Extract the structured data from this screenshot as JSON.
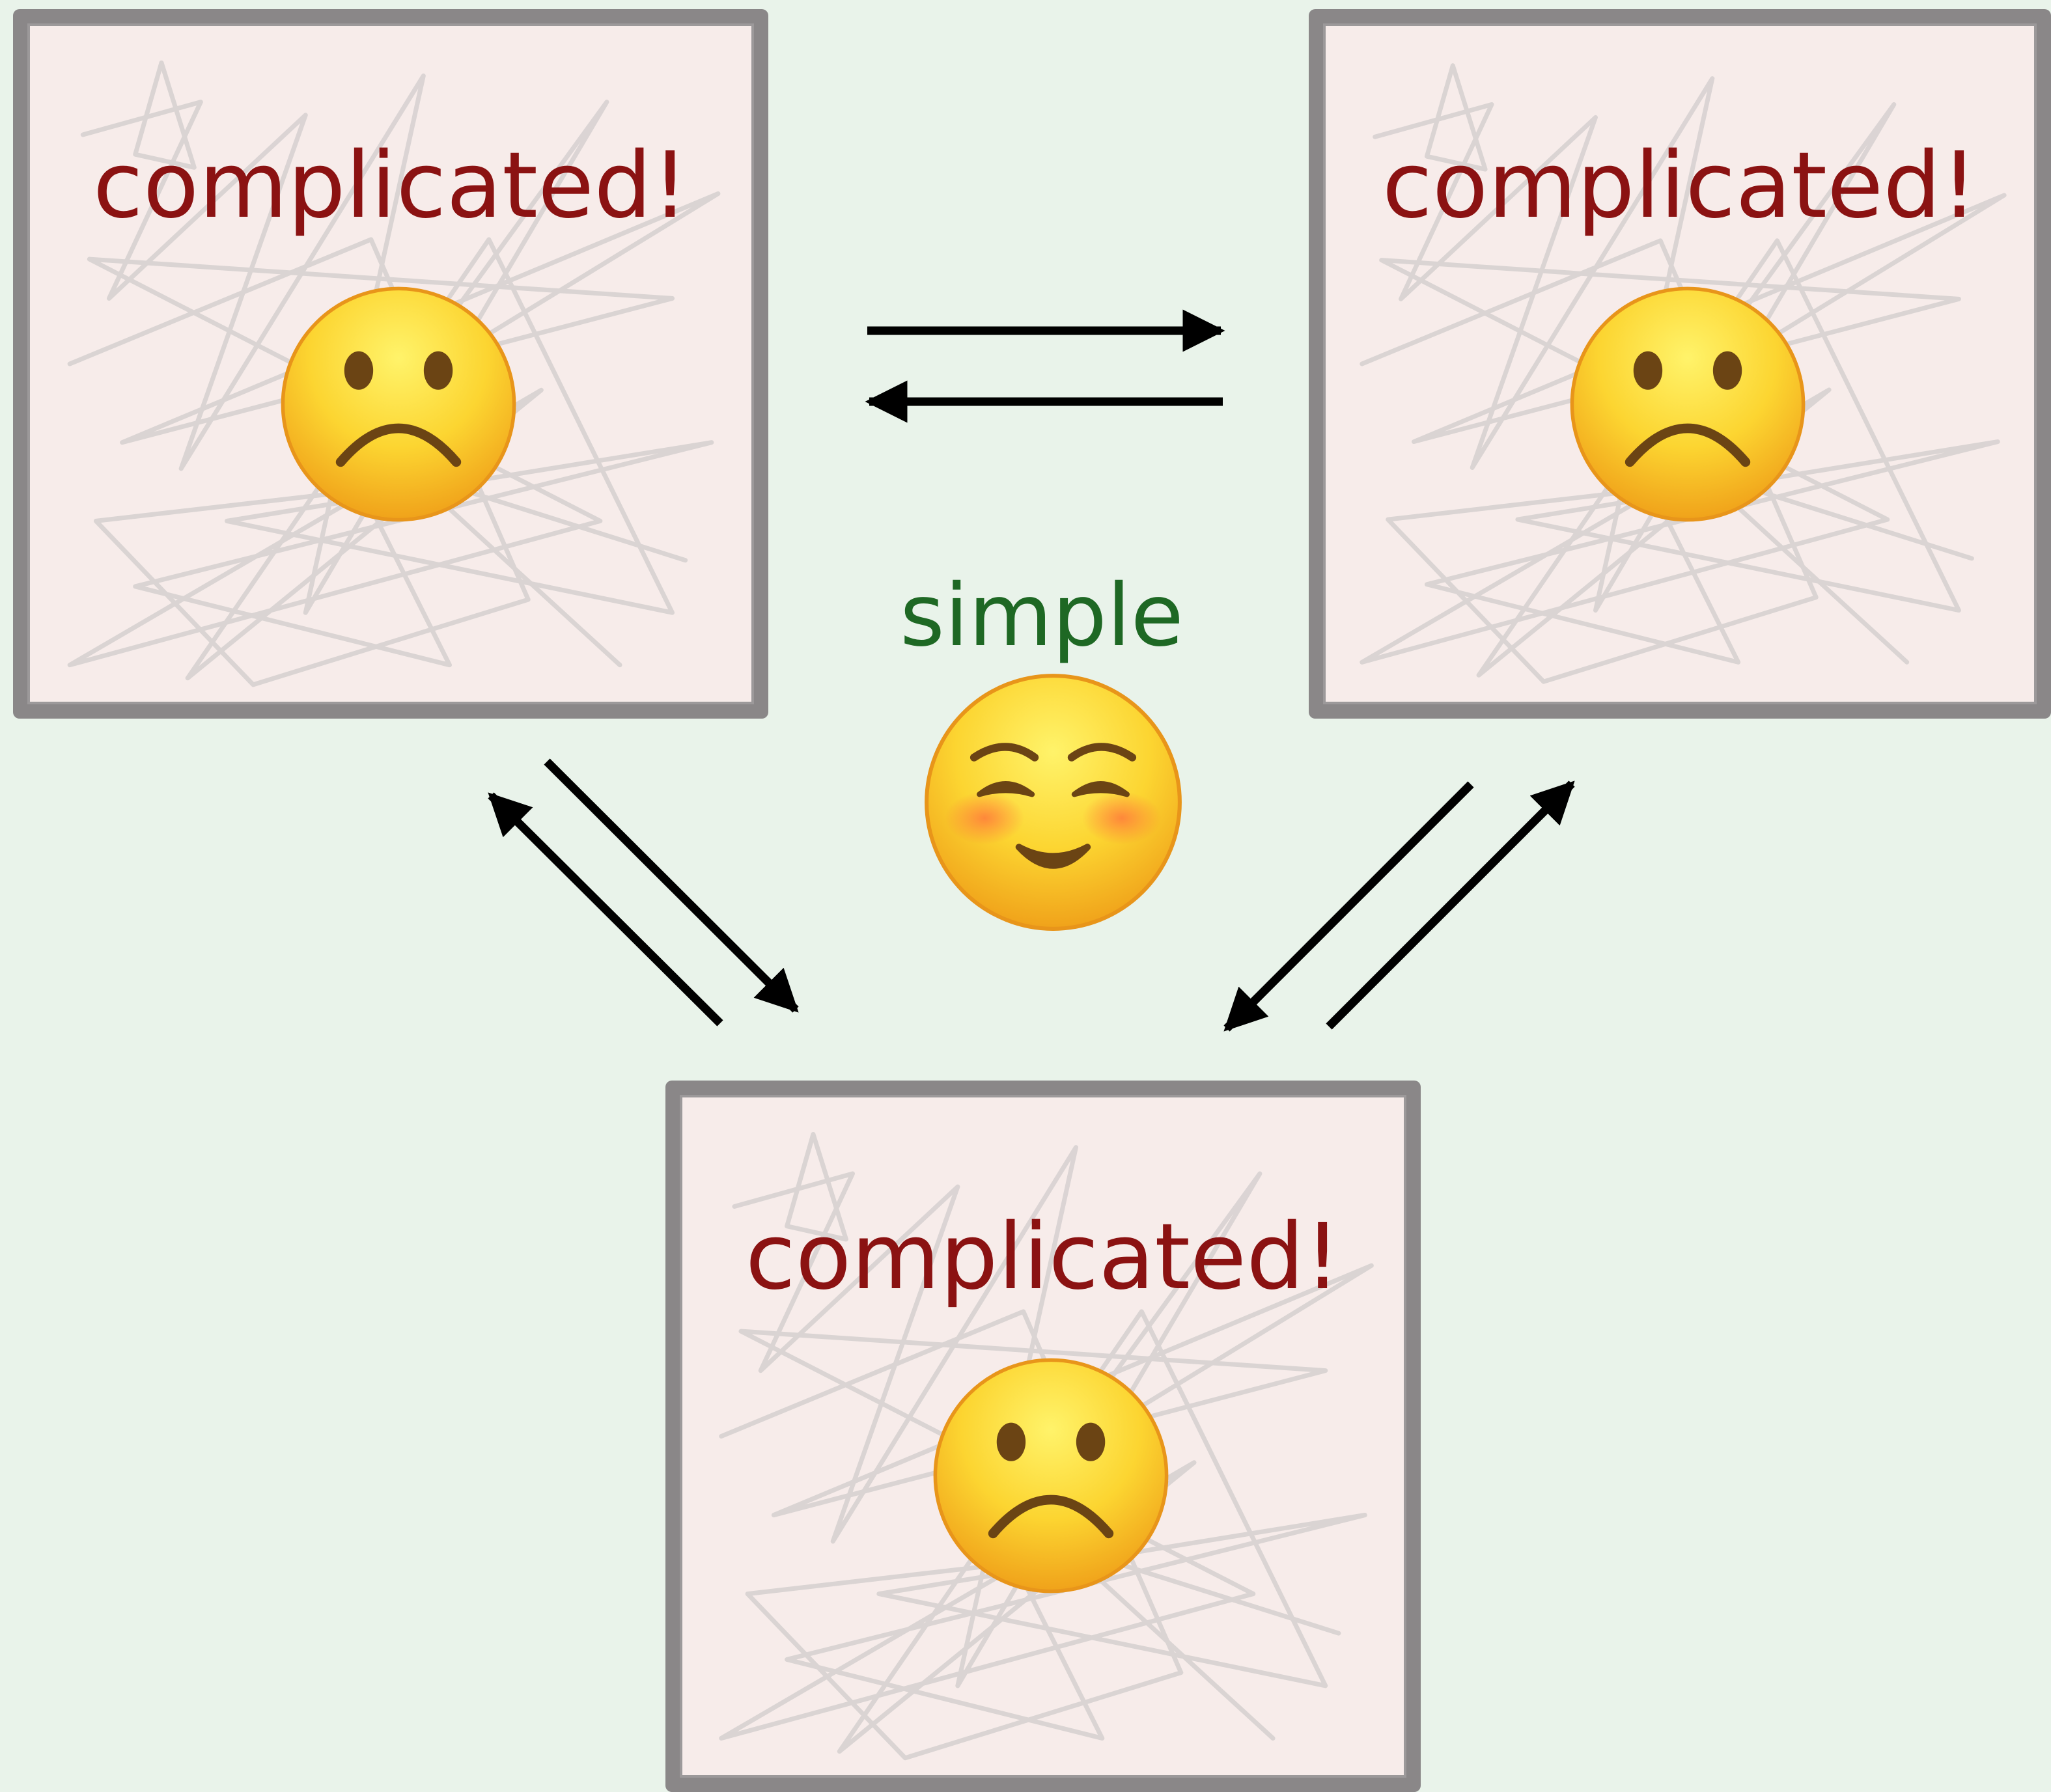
{
  "diagram": {
    "background_color": "#e9f3ea",
    "states": [
      {
        "label": "complicated!",
        "face_icon": "frowning-face-icon"
      },
      {
        "label": "complicated!",
        "face_icon": "frowning-face-icon"
      },
      {
        "label": "complicated!",
        "face_icon": "frowning-face-icon"
      }
    ],
    "center": {
      "label": "simple",
      "face_icon": "smiling-blushing-face-icon"
    },
    "colors": {
      "complicated_text": "#8b1212",
      "simple_text": "#1e6824",
      "box_border": "#8a8788",
      "box_fill": "#f7ecea",
      "arrow": "#000000"
    }
  }
}
